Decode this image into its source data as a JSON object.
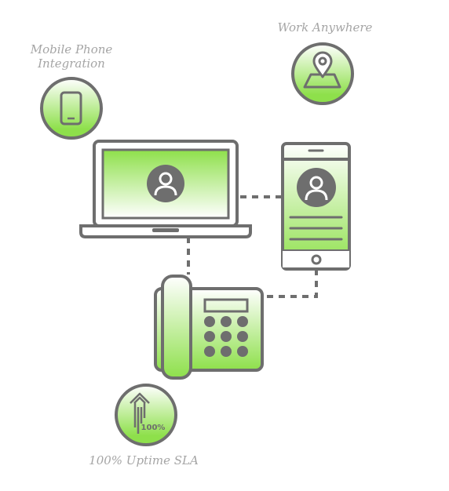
{
  "captions": {
    "mobile_line1": "Mobile Phone",
    "mobile_line2": "Integration",
    "work": "Work Anywhere",
    "uptime": "100% Uptime SLA"
  },
  "badges": {
    "uptime_percent": "100%"
  },
  "icons": {
    "mobile": "smartphone-icon",
    "work": "map-pin-icon",
    "uptime": "uptime-arrows-icon",
    "laptop": "laptop-icon",
    "phone": "mobile-device-icon",
    "desk_phone": "desk-phone-icon",
    "avatar": "user-avatar-icon"
  },
  "colors": {
    "outline": "#6e6e6e",
    "green": "#8ee04b",
    "light": "#ffffff",
    "caption": "#a5a5a5"
  }
}
